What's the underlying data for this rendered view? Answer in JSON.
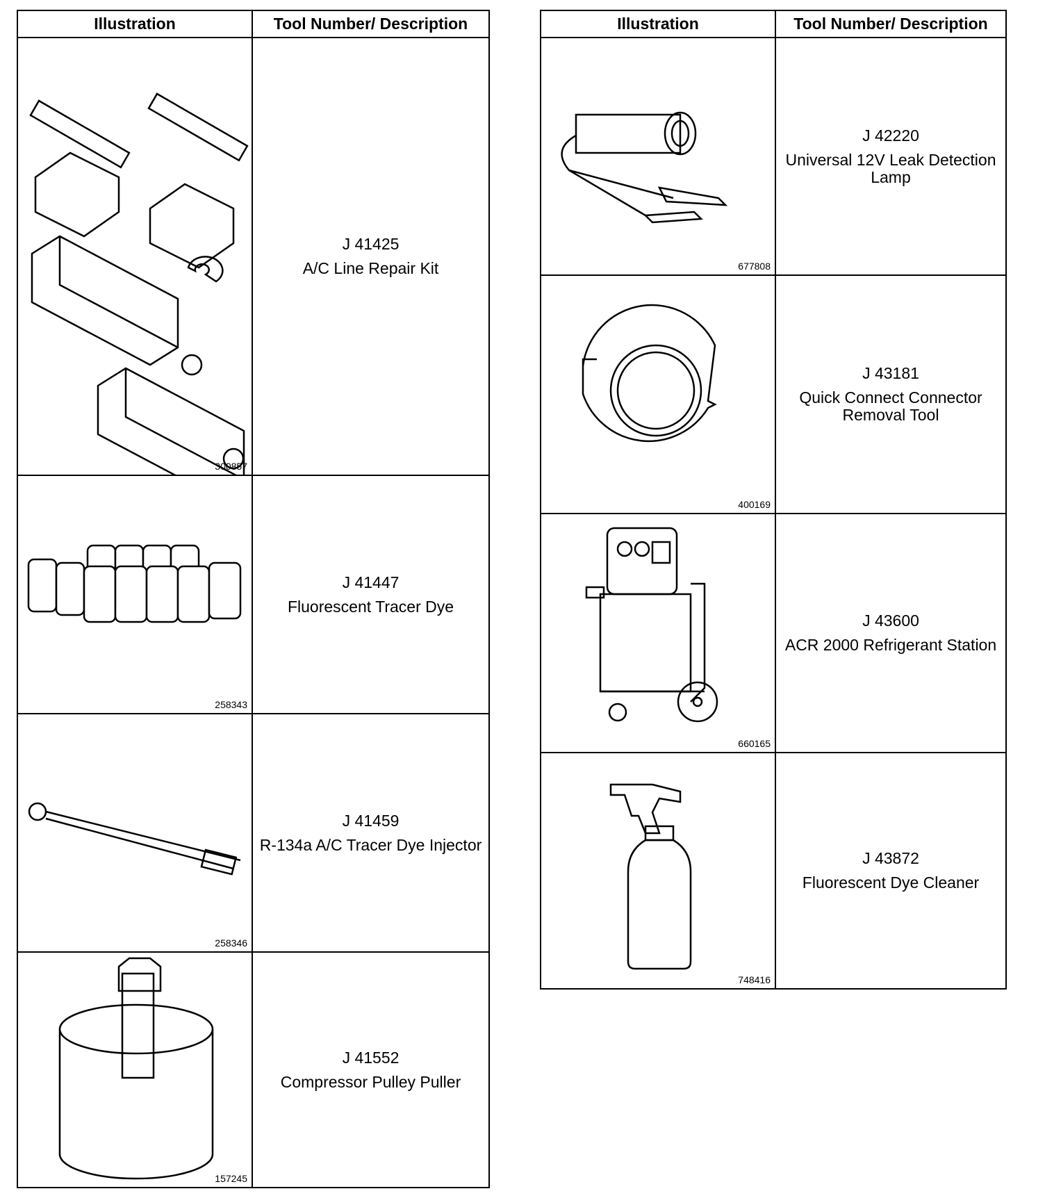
{
  "headers": {
    "illustration": "Illustration",
    "description": "Tool Number/ Description"
  },
  "left": [
    {
      "number": "J 41425",
      "desc": "A/C Line Repair Kit",
      "fig": "300857",
      "icon": "ac-line-repair-kit-icon"
    },
    {
      "number": "J 41447",
      "desc": "Fluorescent Tracer Dye",
      "fig": "258343",
      "icon": "tracer-dye-bottles-icon"
    },
    {
      "number": "J 41459",
      "desc": "R-134a A/C Tracer Dye Injector",
      "fig": "258346",
      "icon": "dye-injector-icon"
    },
    {
      "number": "J 41552",
      "desc": "Compressor Pulley Puller",
      "fig": "157245",
      "icon": "pulley-puller-icon"
    }
  ],
  "right": [
    {
      "number": "J 42220",
      "desc": "Universal 12V Leak Detection Lamp",
      "fig": "677808",
      "icon": "leak-detection-lamp-icon"
    },
    {
      "number": "J 43181",
      "desc": "Quick Connect Connector Removal Tool",
      "fig": "400169",
      "icon": "connector-removal-tool-icon"
    },
    {
      "number": "J 43600",
      "desc": "ACR 2000 Refrigerant Station",
      "fig": "660165",
      "icon": "refrigerant-station-icon"
    },
    {
      "number": "J 43872",
      "desc": "Fluorescent Dye Cleaner",
      "fig": "748416",
      "icon": "spray-bottle-icon"
    }
  ]
}
